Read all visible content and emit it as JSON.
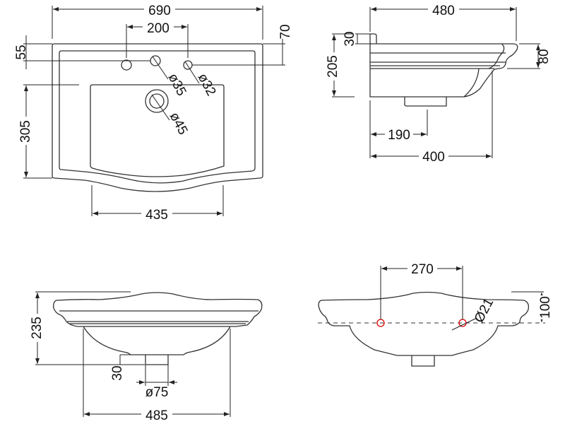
{
  "top_view": {
    "overall_width": "690",
    "tap_hole_spacing": "200",
    "tap_hole_offset": "55",
    "rear_offset": "70",
    "depth": "305",
    "front_width": "435",
    "tap_hole_dia": "ø35",
    "overflow_dia": "ø32",
    "waste_dia": "ø45"
  },
  "side_view": {
    "overall_depth": "480",
    "upstand": "30",
    "height": "205",
    "rim_height": "80",
    "waste_position": "190",
    "bowl_depth": "400"
  },
  "front_view": {
    "height": "235",
    "waste_height": "30",
    "waste_dia": "ø75",
    "bowl_width": "485"
  },
  "bracket_view": {
    "hole_spacing": "270",
    "hole_height": "100",
    "hole_dia": "Ø21",
    "hole_color": "#e00000"
  }
}
